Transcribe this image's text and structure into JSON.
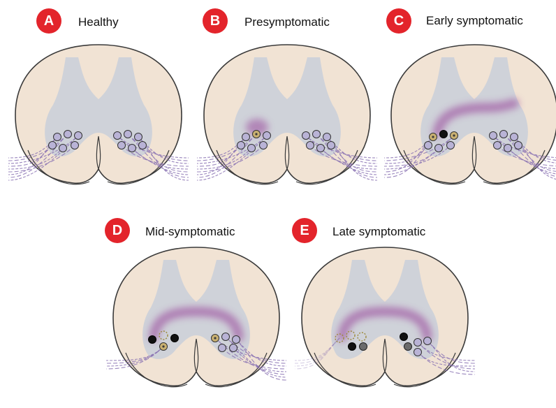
{
  "colors": {
    "badge": "#e3242b",
    "cord_tissue": "#f1e3d4",
    "cord_outline": "#3a3a3a",
    "grey_matter": "#cfd2d9",
    "healthy_neuron": "#b9b3d6",
    "inflammation": "#9a4a9c",
    "dead_neuron": "#111111",
    "stressed_neuron": "#c9b071"
  },
  "panels": [
    {
      "letter": "A",
      "title": "Healthy",
      "stage": "healthy"
    },
    {
      "letter": "B",
      "title": "Presymptomatic",
      "stage": "presymptomatic"
    },
    {
      "letter": "C",
      "title": "Early symptomatic",
      "stage": "early"
    },
    {
      "letter": "D",
      "title": "Mid-symptomatic",
      "stage": "mid"
    },
    {
      "letter": "E",
      "title": "Late symptomatic",
      "stage": "late"
    }
  ]
}
